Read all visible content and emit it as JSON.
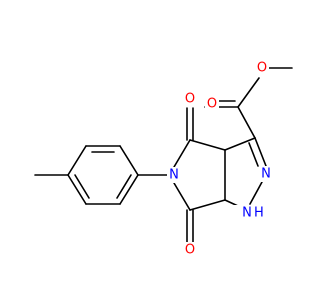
{
  "molecule": {
    "atoms": [
      {
        "id": "o_ketone_top",
        "label": "O",
        "color": "#ff0000"
      },
      {
        "id": "o_ketone_bottom",
        "label": "O",
        "color": "#ff0000"
      },
      {
        "id": "o_carbonyl",
        "label": "O",
        "color": "#ff0000"
      },
      {
        "id": "o_ester",
        "label": "O",
        "color": "#ff0000"
      },
      {
        "id": "n_imide",
        "label": "N",
        "color": "#0000ff"
      },
      {
        "id": "n_pyrazole",
        "label": "N",
        "color": "#0000ff"
      },
      {
        "id": "nh_pyrazole",
        "label": "N",
        "hydrogen": "H",
        "color": "#0000ff"
      }
    ]
  }
}
